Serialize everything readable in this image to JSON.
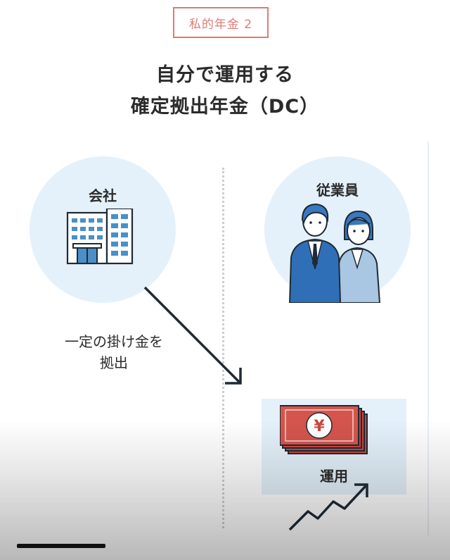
{
  "tag": "私的年金 2",
  "title": {
    "line1": "自分で運用する",
    "line2": "確定拠出年金（DC）"
  },
  "company": {
    "label": "会社"
  },
  "employee": {
    "label": "従業員"
  },
  "contribution": {
    "line1": "一定の掛け金を",
    "line2": "拠出"
  },
  "fund": {
    "label": "運用",
    "currency_symbol": "¥"
  },
  "colors": {
    "accent": "#e07a74",
    "circle": "#e4f1fa",
    "bill": "#c8473f",
    "suit": "#2f6fb8"
  }
}
